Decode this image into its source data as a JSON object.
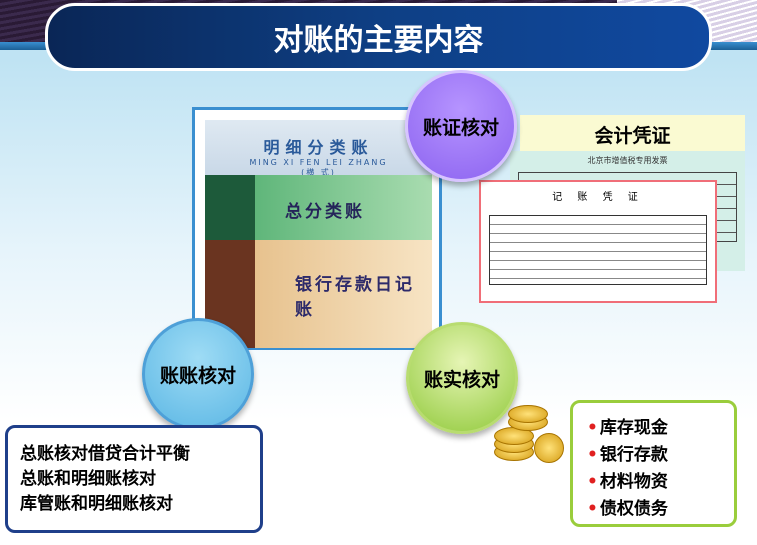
{
  "title": "对账的主要内容",
  "books": {
    "detail_title": "明细分类账",
    "detail_pinyin": "MING XI FEN LEI ZHANG",
    "detail_sub": "(横 式)",
    "general": "总分类账",
    "bank": "银行存款日记账"
  },
  "circles": {
    "voucher_check": "账证核对",
    "ledger_check": "账账核对",
    "physical_check": "账实核对"
  },
  "voucher": {
    "header": "会计凭证",
    "invoice_title": "北京市增值税专用发票",
    "voucher_title": "记 账 凭 证"
  },
  "ledger_items": [
    "总账核对借贷合计平衡",
    "总账和明细账核对",
    "库管账和明细账核对"
  ],
  "physical_items": [
    "库存现金",
    "银行存款",
    "材料物资",
    "债权债务"
  ],
  "colors": {
    "title_bg": "#0e3f84",
    "voucher_circle": "#8c63f0",
    "ledger_circle": "#5ab6e4",
    "physical_circle": "#90c93a",
    "bullet": "#e02020"
  }
}
